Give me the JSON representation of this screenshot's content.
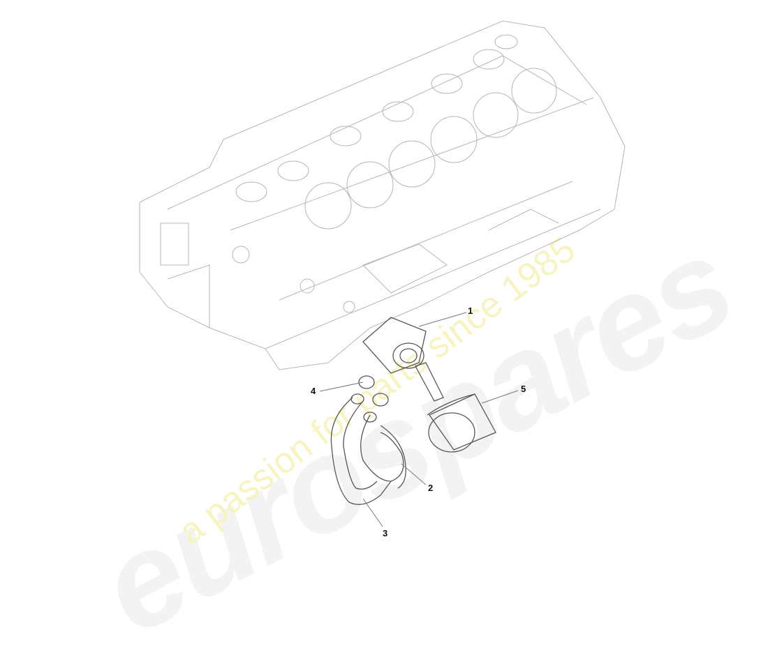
{
  "diagram": {
    "type": "exploded parts diagram",
    "subject": "engine block with oil cooler, hoses and oil filter",
    "callouts": [
      {
        "id": "1",
        "label": "1",
        "part": "oil cooler"
      },
      {
        "id": "2",
        "label": "2",
        "part": "hose"
      },
      {
        "id": "3",
        "label": "3",
        "part": "hose"
      },
      {
        "id": "4",
        "label": "4",
        "part": "hose clip"
      },
      {
        "id": "5",
        "label": "5",
        "part": "oil filter"
      }
    ]
  },
  "watermark": {
    "logo": "eurospares",
    "tagline": "a passion for parts since 1985",
    "tagline_color": "#f6f3b8"
  }
}
